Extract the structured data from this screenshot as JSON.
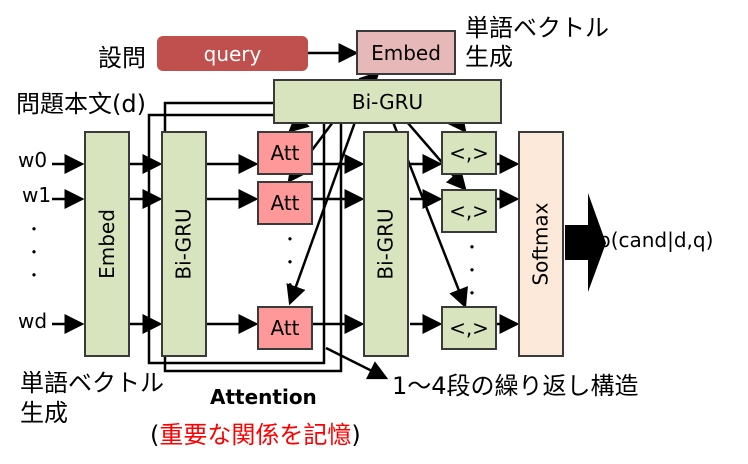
{
  "labels": {
    "question": "設問",
    "query": "query",
    "query_embed": "Embed",
    "embed_note_line1": "単語ベクトル",
    "embed_note_line2": "生成",
    "doc_title": "問題本文(d)",
    "top_bigru": "Bi-GRU",
    "inputs": [
      "w0",
      "w1",
      "wd"
    ],
    "dots": "・",
    "doc_embed": "Embed",
    "doc_bigru1": "Bi-GRU",
    "att": "Att",
    "doc_bigru2": "Bi-GRU",
    "dot_product": "<,>",
    "softmax": "Softmax",
    "output": "p(cand|d,q)",
    "bottom_note_line1": "単語ベクトル",
    "bottom_note_line2": "生成",
    "attention_title": "Attention",
    "attention_paren_open": "(",
    "attention_desc": "重要な関係を記憶",
    "attention_paren_close": ")",
    "repeat_note": "1～4段の繰り返し構造"
  },
  "colors": {
    "query": "#c0504d",
    "query_embed": "#e6b9b8",
    "green": "#d7e4bd",
    "att": "#ff9999",
    "softmax": "#fde9d9",
    "highlight_text": "#ff0000"
  }
}
